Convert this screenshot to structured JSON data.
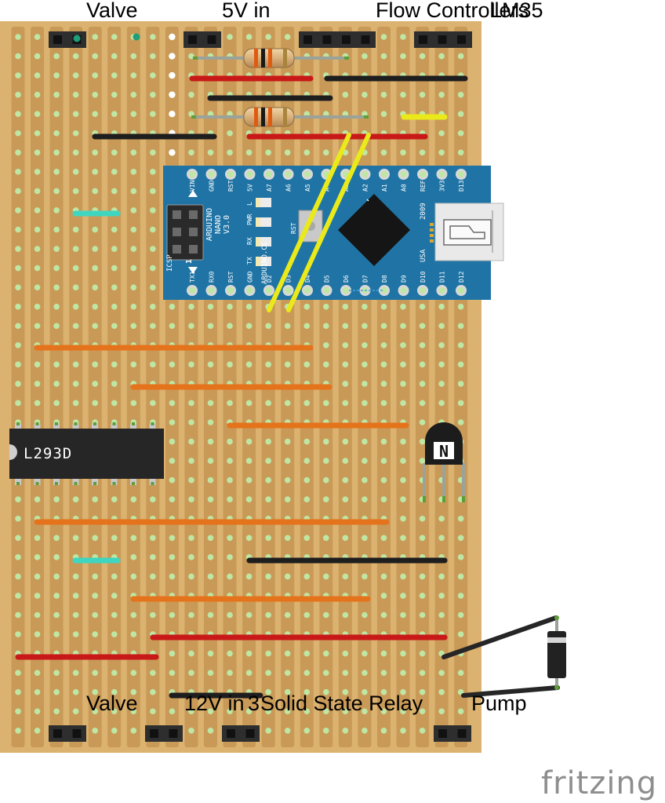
{
  "labels": {
    "valve_top": "Valve",
    "v5_in": "5V in",
    "flow_controllers": "Flow Controllers",
    "lm35": "LM35",
    "valve_bottom": "Valve",
    "v12_in": "12V in",
    "relay_3": "3",
    "solid_state_relay": "Solid State Relay",
    "pump": "Pump"
  },
  "brand": "fritzing",
  "chips": {
    "l293d": "L293D",
    "transistor": "N"
  },
  "arduino": {
    "board_lines": [
      "ARDUINO",
      "NANO",
      "V3.0"
    ],
    "site": "ARDUINO.CC",
    "year": "2009",
    "origin": "USA",
    "icsp": "ICSP",
    "header_num": "1",
    "rst": "RST",
    "leds": [
      "L",
      "PWR",
      "RX",
      "TX"
    ],
    "top_pins": [
      "VIN",
      "GND",
      "RST",
      "5V",
      "A7",
      "A6",
      "A5",
      "A4",
      "A3",
      "A2",
      "A1",
      "A0",
      "REF",
      "3V3",
      "D13"
    ],
    "bottom_pins": [
      "TX1",
      "RX0",
      "RST",
      "GND",
      "D2",
      "D3",
      "D4",
      "D5",
      "D6",
      "D7",
      "D8",
      "D9",
      "D10",
      "D11",
      "D12"
    ]
  },
  "colors": {
    "board": "#dbb26f",
    "strip": "#c99a57",
    "wire_red": "#c81818",
    "wire_black": "#1e1e1e",
    "wire_orange": "#e4731c",
    "wire_yellow": "#eaea1a",
    "wire_cyan": "#3fd6c0",
    "arduino": "#1f74a5"
  }
}
